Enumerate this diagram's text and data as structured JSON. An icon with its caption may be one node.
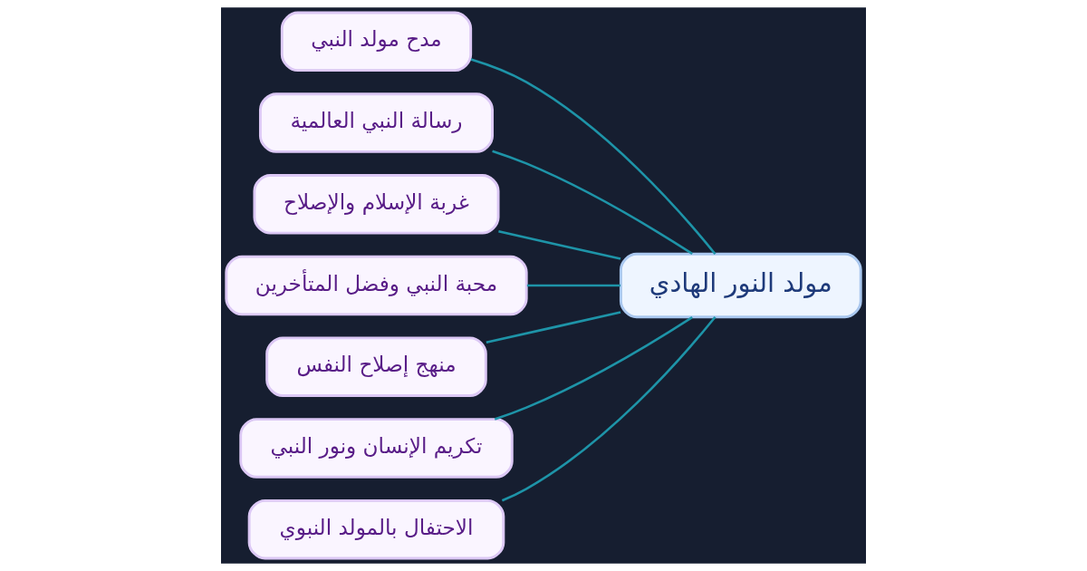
{
  "diagram": {
    "nodes": [
      {
        "text": [
          "مولد النور الهادي"
        ]
      },
      {
        "text": [
          "مدح مولد النبي"
        ]
      },
      {
        "text": [
          "رسالة النبي العالمية"
        ]
      },
      {
        "text": [
          "غربة الإسلام والإصلاح"
        ]
      },
      {
        "text": [
          "محبة النبي وفضل المتأخرين"
        ]
      },
      {
        "text": [
          "منهج إصلاح النفس"
        ]
      },
      {
        "text": [
          "تكريم الإنسان ونور النبي"
        ]
      },
      {
        "text": [
          "الاحتفال بالمولد النبوي"
        ]
      }
    ],
    "edges": [
      {
        "from": 0,
        "to": 1,
        "arrow": "none"
      },
      {
        "from": 0,
        "to": 2,
        "arrow": "none"
      },
      {
        "from": 0,
        "to": 3,
        "arrow": "none"
      },
      {
        "from": 0,
        "to": 4,
        "arrow": "none"
      },
      {
        "from": 0,
        "to": 5,
        "arrow": "none"
      },
      {
        "from": 0,
        "to": 6,
        "arrow": "none"
      },
      {
        "from": 0,
        "to": 7,
        "arrow": "none"
      }
    ]
  }
}
